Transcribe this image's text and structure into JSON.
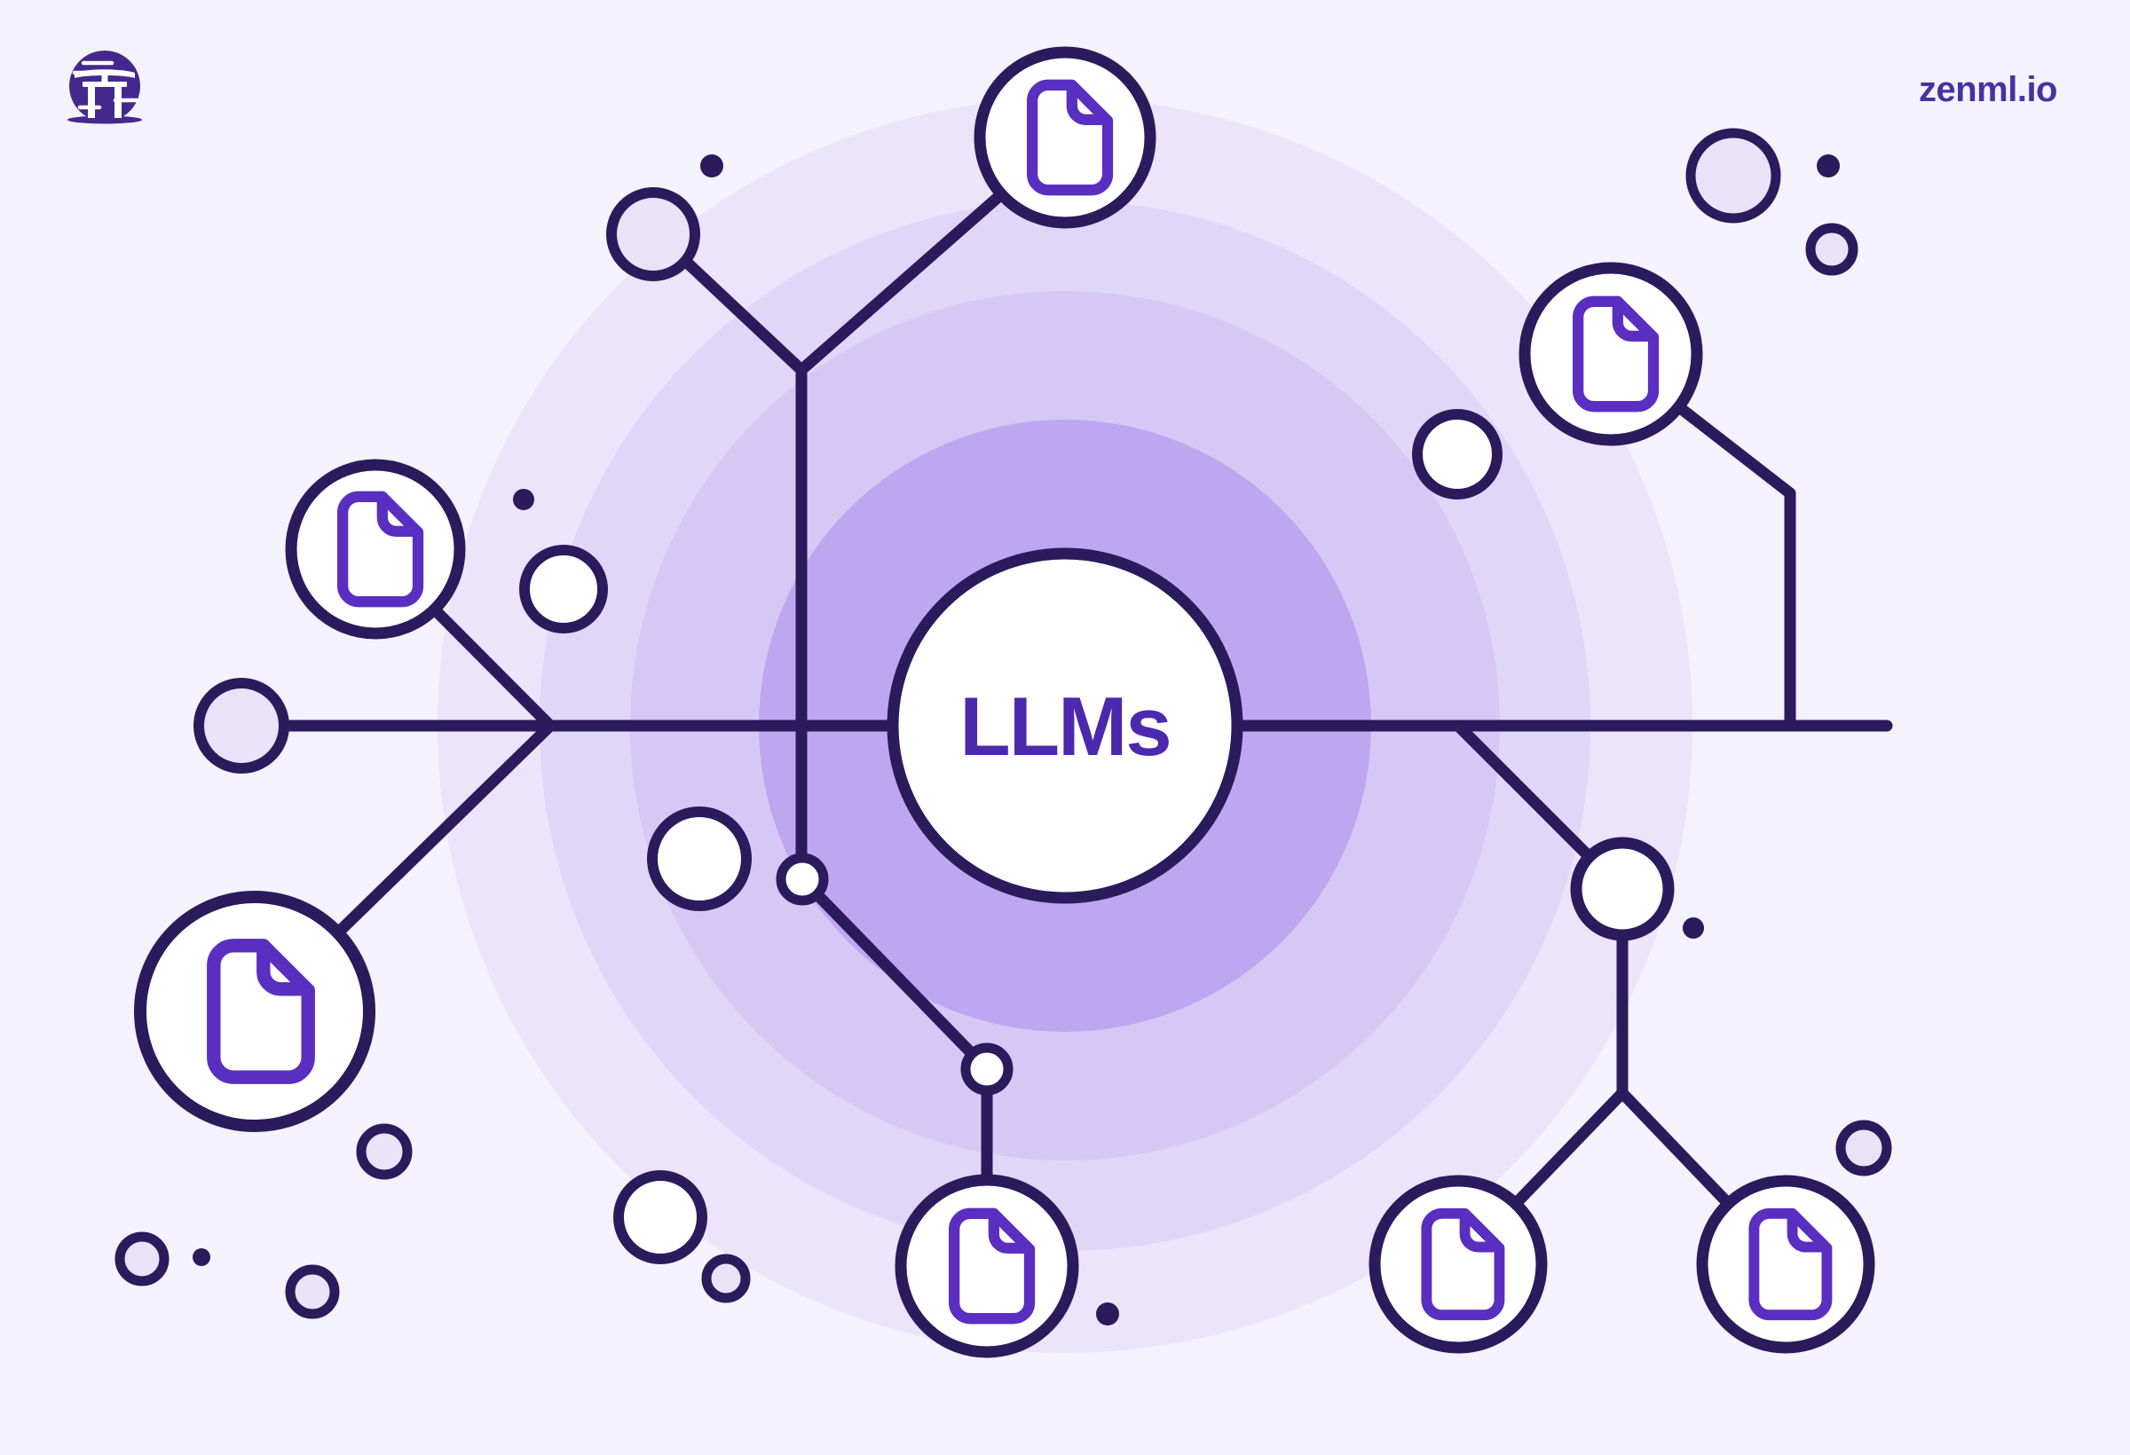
{
  "brand": {
    "site_label": "zenml.io",
    "logo": "zenml-torii-gate-logo"
  },
  "diagram": {
    "type": "hub-and-spoke illustration",
    "center_label": "LLMs",
    "node_icon": "document-icon",
    "document_node_count": 7,
    "description": "Central LLMs hub circle connected by dark connector lines to seven document nodes and several small junction and decorative circles, over concentric purple rings"
  },
  "theme": {
    "bg": "#F4F2FC",
    "ring1": "#EBE4FA",
    "ring2": "#E0D6F8",
    "ring3": "#D6C8F5",
    "ring4": "#BFA6F1",
    "line": "#2B1A5C",
    "node_fill": "#FFFFFF",
    "lavender_fill": "#E8E3F8",
    "doc_icon": "#5A2EC0",
    "center_text": "#4C28AE",
    "brand_text": "#4632A2",
    "logo_fill": "#45288E"
  }
}
